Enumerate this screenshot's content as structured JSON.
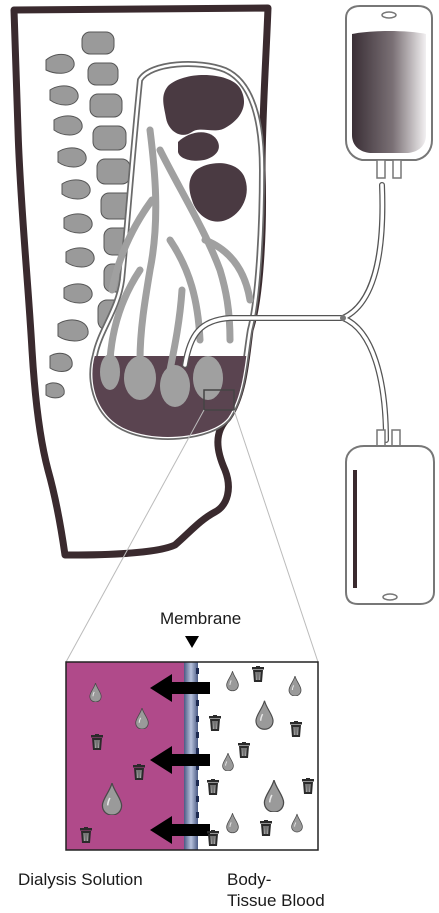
{
  "labels": {
    "membrane": "Membrane",
    "dialysis_solution": "Dialysis Solution",
    "body_tissue_line1": "Body-",
    "body_tissue_line2": "Tissue Blood"
  },
  "colors": {
    "outline": "#3a2a2e",
    "organ_dark": "#4a3a42",
    "organ_light": "#9a9a9a",
    "dialysis_fluid": "#b04a8a",
    "membrane_blue": "#5e6f9a",
    "arrow": "#000000",
    "droplet": "#9a9a9a"
  },
  "icons": {
    "droplet": "water-droplet-icon",
    "waste": "waste-bin-icon",
    "arrow": "arrow-left-icon",
    "pointer": "triangle-down-icon"
  }
}
